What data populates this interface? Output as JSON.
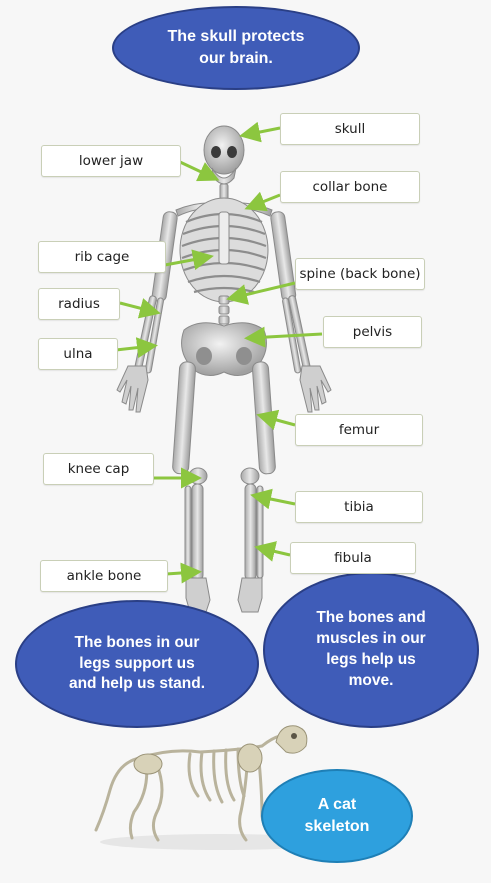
{
  "callouts": {
    "skull_protects": "The skull protects\nour brain.",
    "legs_support": "The bones in our\nlegs support us\nand help us stand.",
    "legs_move": "The bones and\nmuscles in our\nlegs help us\nmove.",
    "cat_skeleton": "A cat\nskeleton"
  },
  "labels": {
    "skull": "skull",
    "lower_jaw": "lower jaw",
    "collar_bone": "collar bone",
    "rib_cage": "rib cage",
    "spine": "spine (back bone)",
    "radius": "radius",
    "pelvis": "pelvis",
    "ulna": "ulna",
    "femur": "femur",
    "knee_cap": "knee cap",
    "tibia": "tibia",
    "fibula": "fibula",
    "ankle_bone": "ankle bone"
  },
  "colors": {
    "callout_blue": "#3f5cb8",
    "cat_callout_blue": "#2ea0de",
    "arrow_green": "#8cc63f",
    "bone": "#d6d6d6"
  }
}
